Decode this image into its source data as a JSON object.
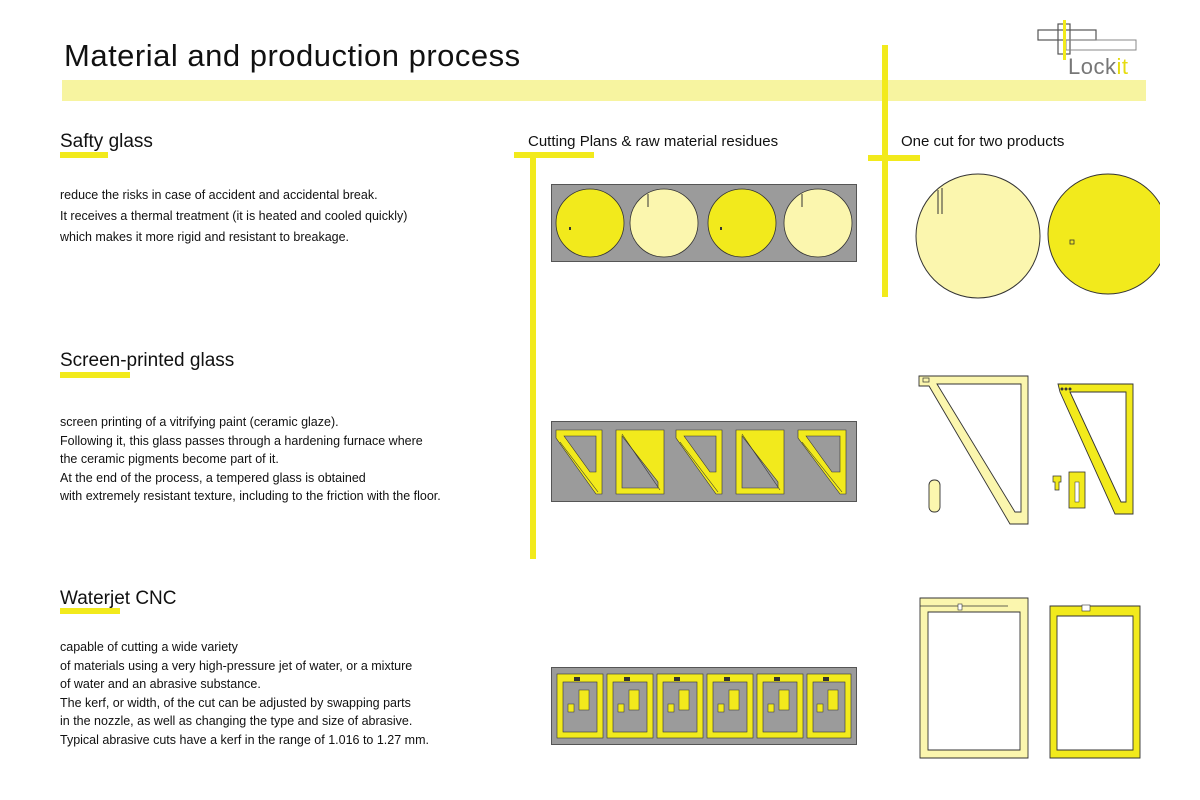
{
  "header": {
    "title": "Material and production process",
    "logo": {
      "text_main": "Lock",
      "text_accent": "it"
    }
  },
  "sections": {
    "safety": {
      "heading": "Safty glass",
      "body": "reduce the risks in case of accident and accidental break.\nIt receives a thermal treatment (it is heated and cooled quickly)\nwhich makes it more rigid and resistant to breakage."
    },
    "screen": {
      "heading": "Screen-printed glass",
      "body": "screen printing of a vitrifying paint (ceramic glaze).\nFollowing it, this glass passes through a hardening furnace where\n the ceramic pigments become part of it.\nAt the end of the process, a tempered glass is obtained\nwith extremely resistant texture, including to the friction with the floor."
    },
    "waterjet": {
      "heading": "Waterjet CNC",
      "body": "capable of cutting a wide variety\nof materials using a very high-pressure jet of water, or a mixture\n of water and an abrasive substance.\nThe kerf, or width, of the cut can be adjusted by swapping parts\n in the nozzle, as well as changing the type and size of abrasive.\nTypical abrasive cuts have a kerf in the range of 1.016  to 1.27 mm."
    }
  },
  "columns": {
    "cutting_plans": "Cutting Plans & raw material residues",
    "one_cut": "One cut for two products"
  },
  "colors": {
    "accent": "#f2ea1c",
    "pale_yellow": "#f7f4a0",
    "light_yellow": "#fbf6ae",
    "sheet_grey": "#9b9b9b",
    "outline": "#333333"
  }
}
